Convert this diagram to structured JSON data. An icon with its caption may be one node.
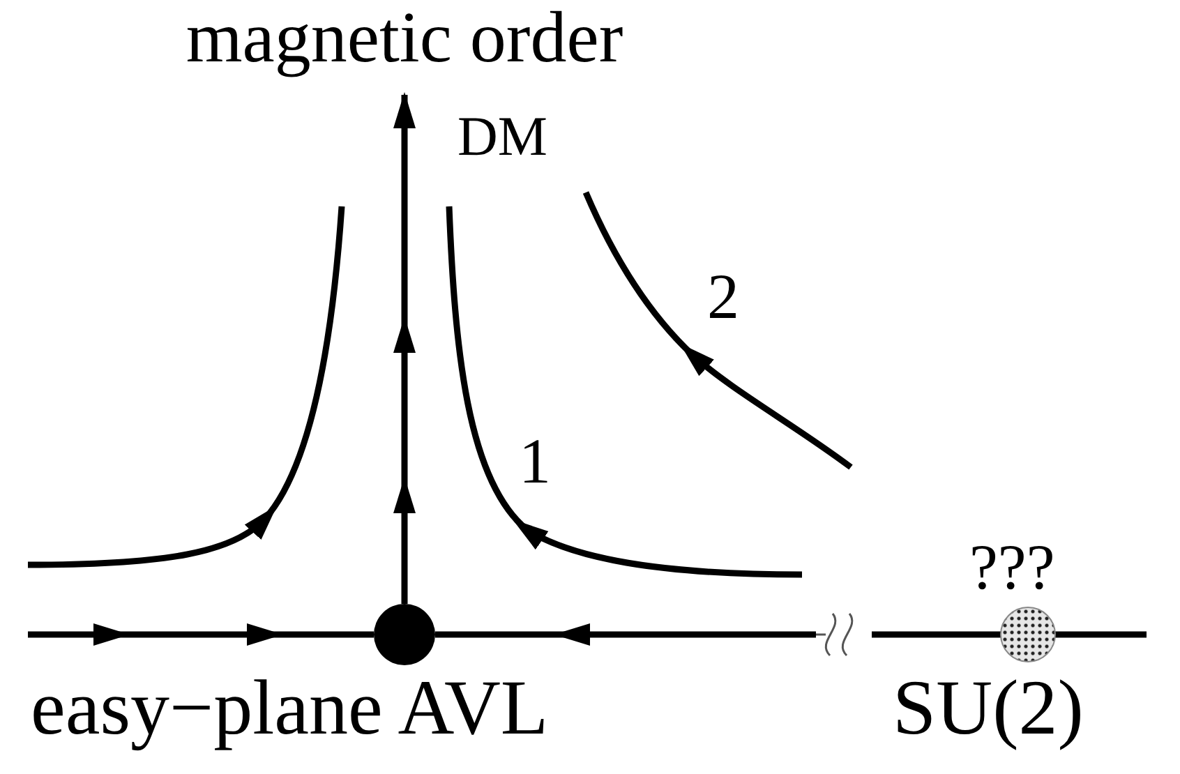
{
  "diagram": {
    "nodes": [
      {
        "text": [
          "magnetic order"
        ]
      },
      {
        "text": [],
        "shape": "circle",
        "beside": [
          "easy−plane AVL"
        ]
      },
      {
        "text": [],
        "shape": "circle",
        "beside": [
          "???",
          "SU(2)"
        ]
      }
    ],
    "edges": [
      {
        "from": 1,
        "to": 0,
        "arrow": "to"
      }
    ],
    "labels": [
      "DM",
      "1",
      "2"
    ]
  }
}
